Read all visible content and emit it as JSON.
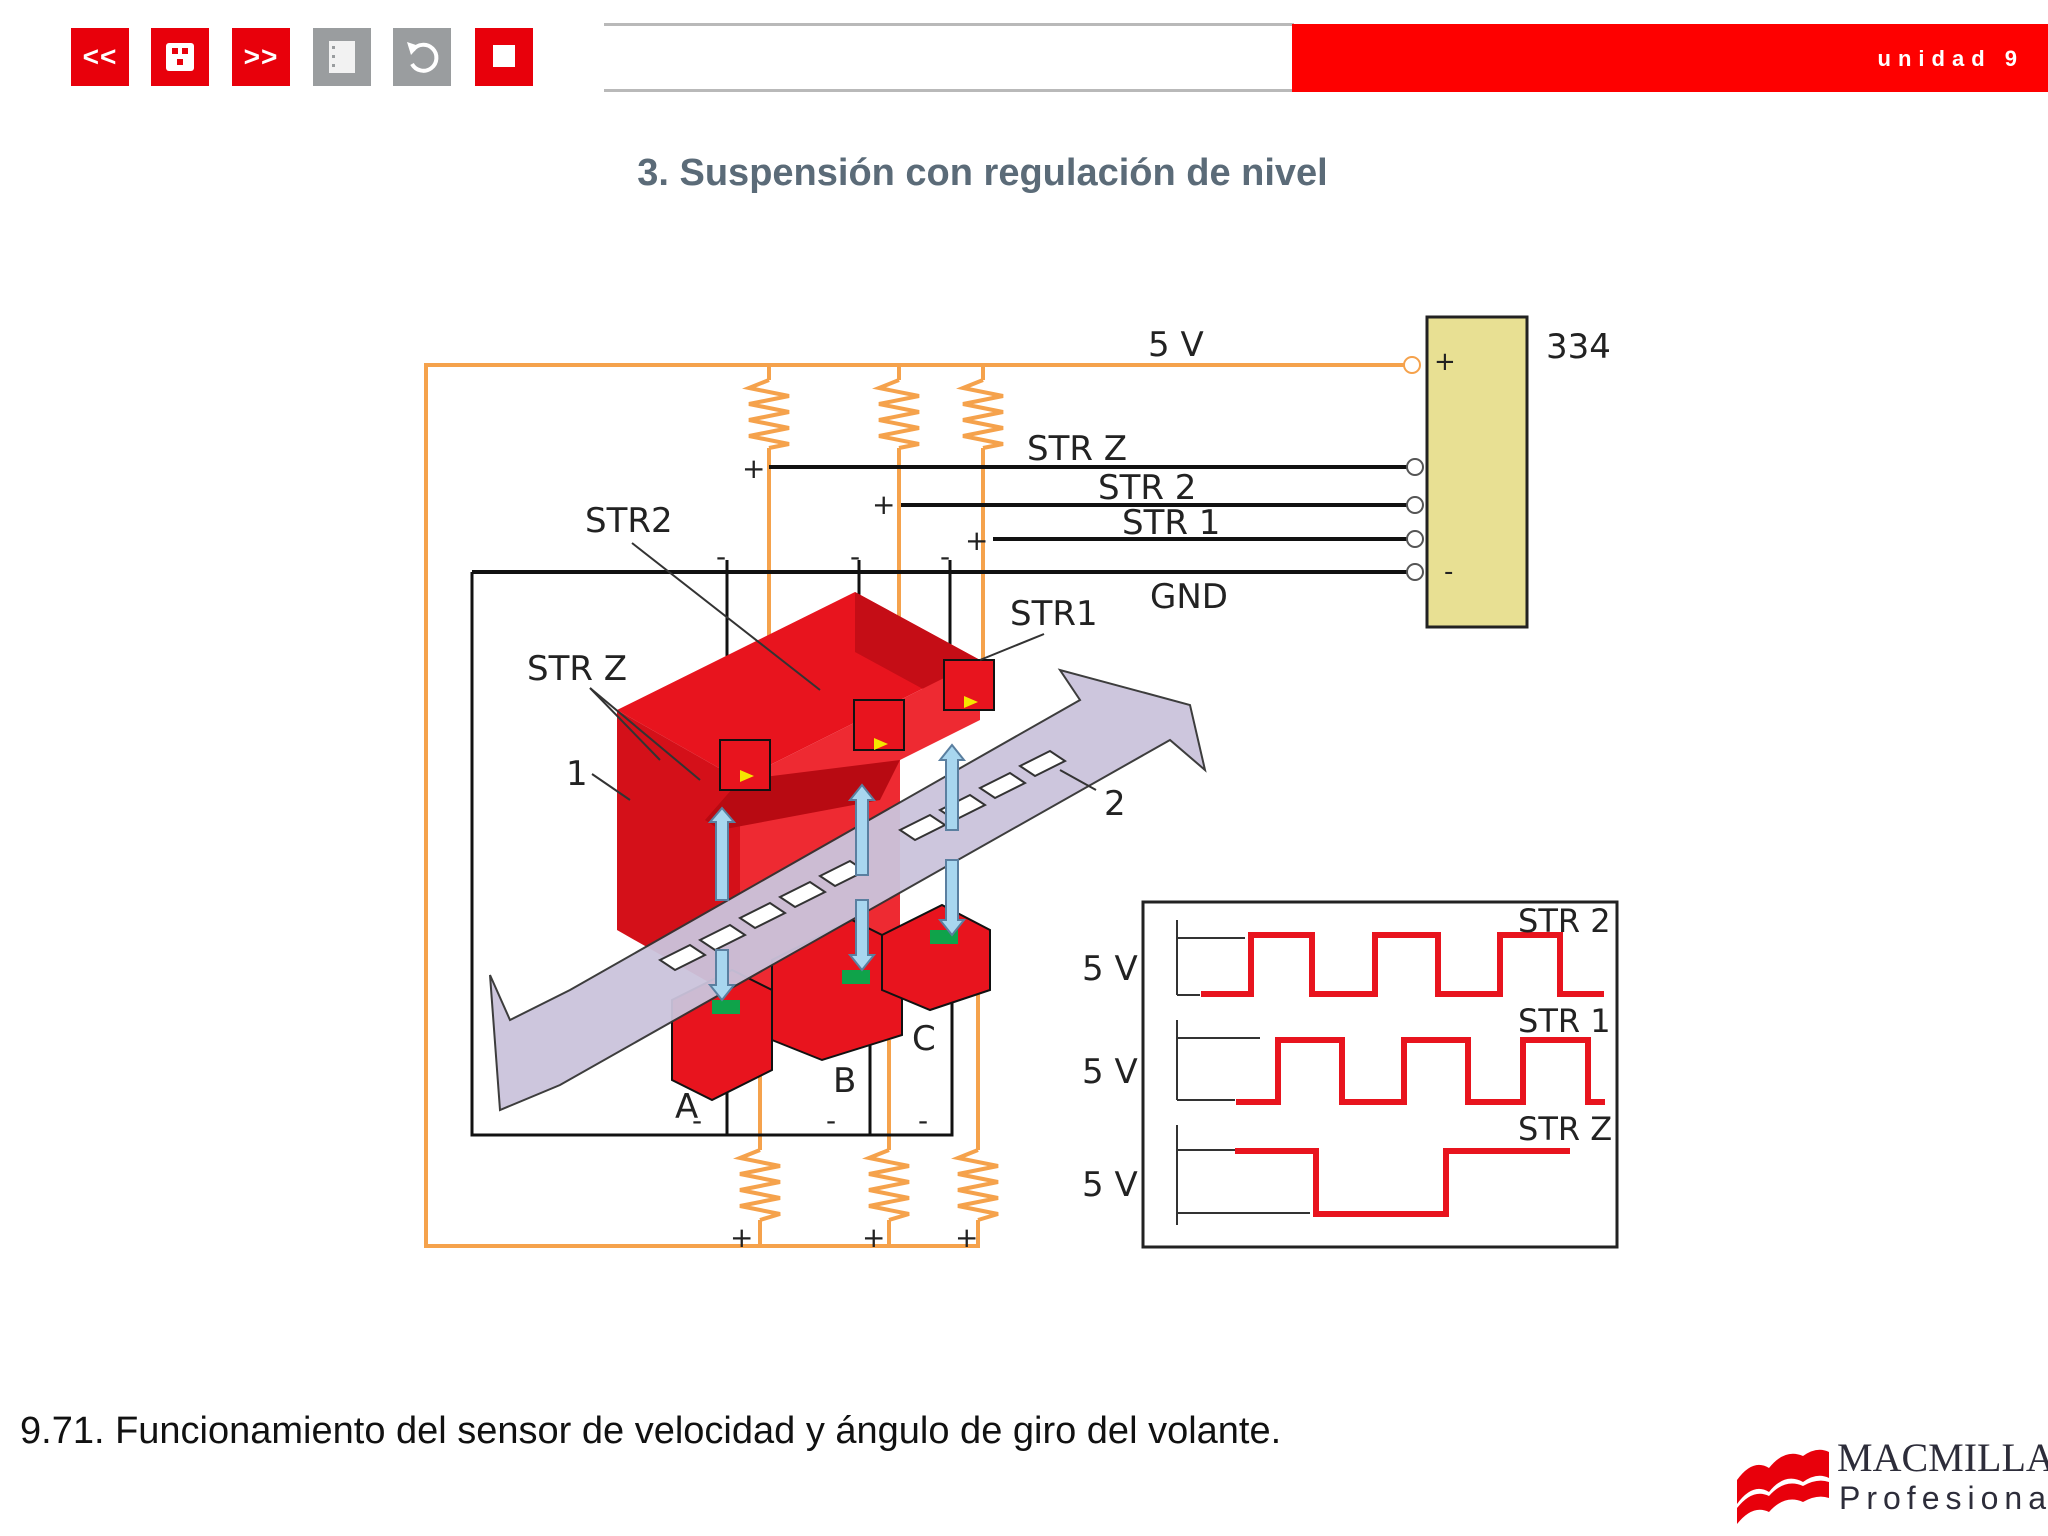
{
  "toolbar": {
    "prev_label": "<<",
    "next_label": ">>",
    "unit_label": "unidad 9"
  },
  "slide": {
    "title": "3. Suspensión con regulación de nivel",
    "caption": "9.71. Funcionamiento del sensor de velocidad y ángulo de giro del volante."
  },
  "diagram": {
    "supply_label": "5 V",
    "unit_number": "334",
    "plus_sign": "+",
    "minus_sign": "-",
    "wire_labels": [
      "STR Z",
      "STR 2",
      "STR 1",
      "GND"
    ],
    "part_labels": {
      "str2": "STR2",
      "str1": "STR1",
      "strz": "STR Z",
      "part1": "1",
      "part2": "2",
      "a": "A",
      "b": "B",
      "c": "C"
    },
    "signal_levels": [
      "5 V",
      "5 V",
      "5 V"
    ],
    "signal_labels": [
      "STR 2",
      "STR 1",
      "STR Z"
    ]
  },
  "colors": {
    "accent_red": "#e8000b",
    "bar_red": "#fe0000",
    "nav_grey": "#9a9d9f",
    "title_blue_grey": "#5b6b78",
    "wire_orange": "#f5a24c",
    "box_yellow": "#e8e093"
  },
  "icons": {
    "menu": "dice-icon",
    "index": "list-icon",
    "back": "undo-icon",
    "stop": "stop-icon"
  },
  "logo": {
    "brand": "MACMILLAN",
    "sub": "Profesional"
  }
}
